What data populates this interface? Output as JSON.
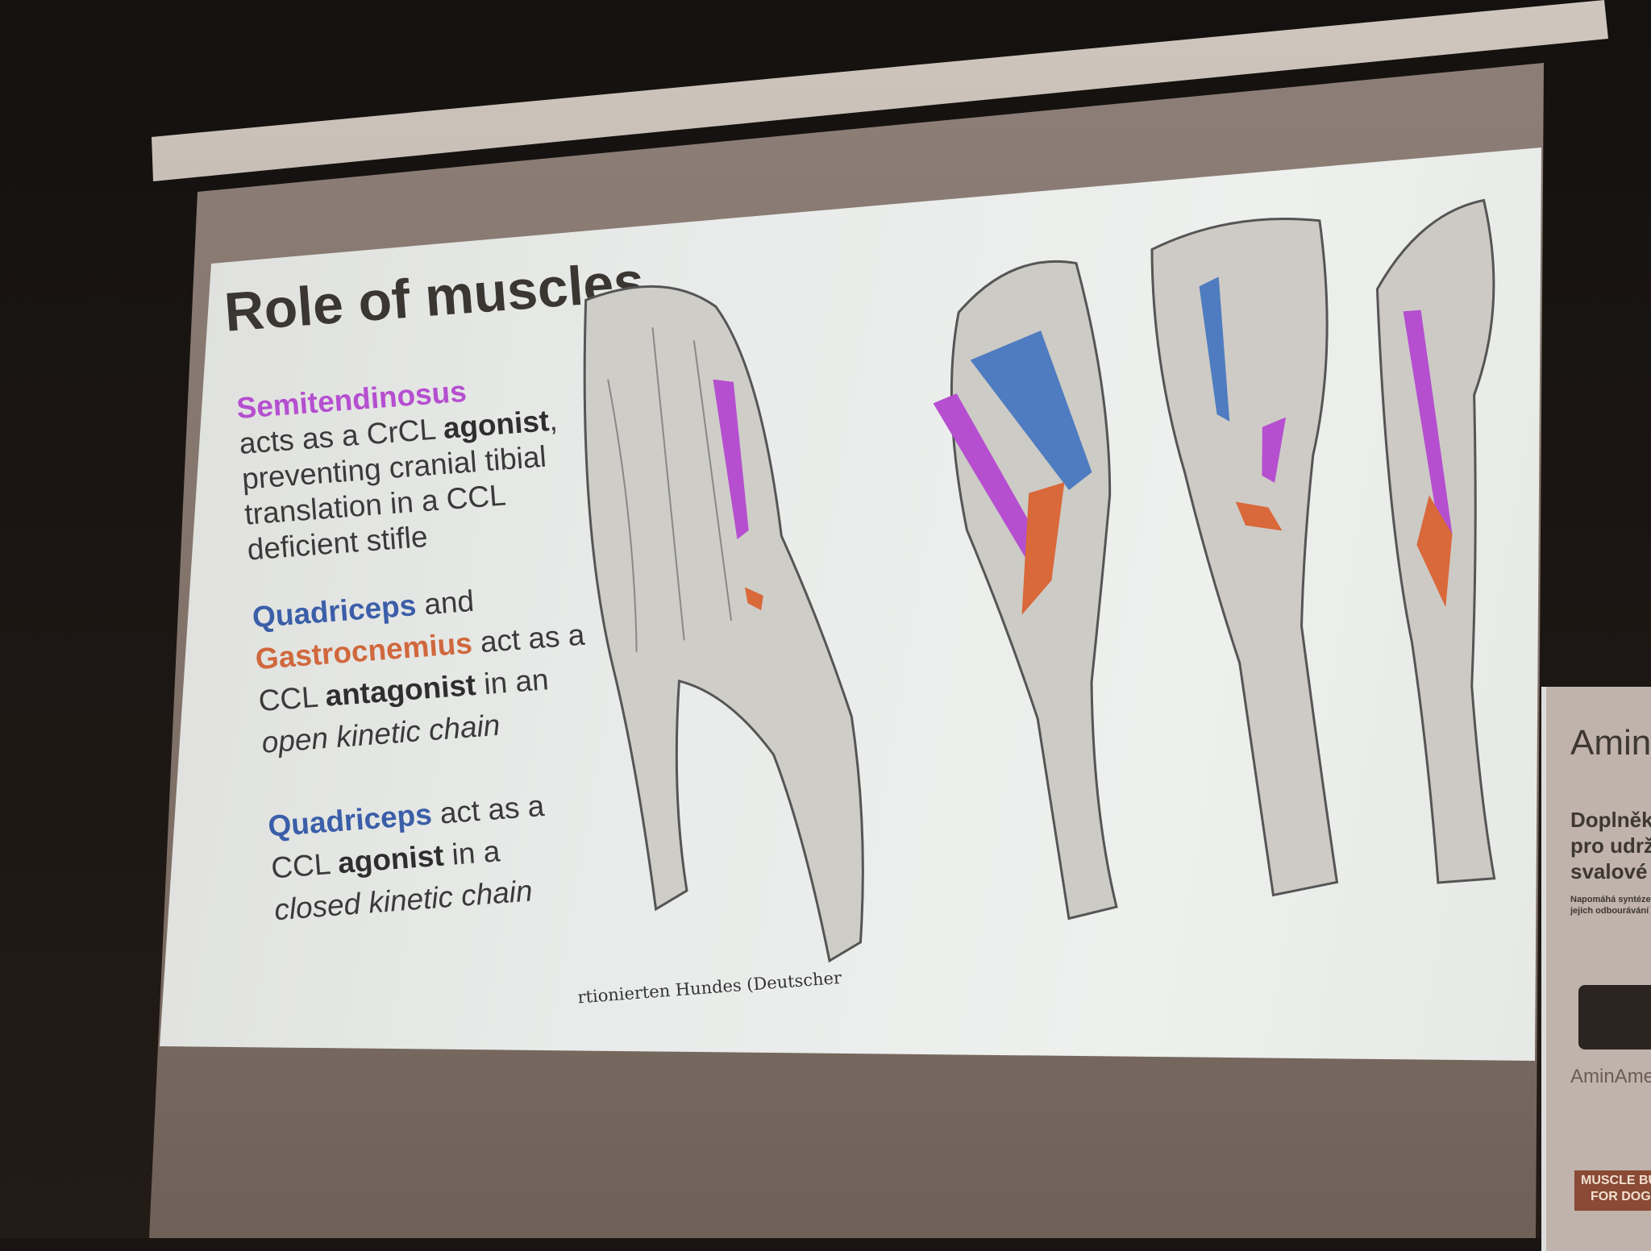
{
  "slide": {
    "title": "Role of muscles",
    "block1": {
      "muscle": "Semitendinosus",
      "line1_pre": "acts as a CrCL ",
      "line1_bold": "agonist",
      "line1_post": ",",
      "line2": "preventing cranial tibial",
      "line3": "translation in a CCL",
      "line4": "deficient stifle"
    },
    "block2": {
      "muscle1": "Quadriceps",
      "and": " and",
      "muscle2": "Gastrocnemius",
      "post2": " act as a",
      "line3_pre": "CCL ",
      "line3_bold": "antagonist",
      "line3_post": " in an",
      "line4": "open kinetic chain"
    },
    "block3": {
      "muscle": "Quadriceps",
      "post": " act as a",
      "line2_pre": "CCL ",
      "line2_bold": "agonist",
      "line2_post": " in a",
      "line3": "closed kinetic chain"
    },
    "caption": "rtionierten Hundes (Deutscher",
    "colors": {
      "semitendinosus": "#b54fd0",
      "quadriceps": "#4f7cc0",
      "gastrocnemius": "#d9683a"
    }
  },
  "banner": {
    "brand": "Amin",
    "line1": "Doplněk",
    "line2": "pro udrž",
    "line3": "svalové",
    "small1": "Napomáhá syntéze",
    "small2": "jejich odbourávání",
    "product_brand": "AminAme",
    "product_label1": "MUSCLE BUILD",
    "product_label2": "FOR DOGS"
  }
}
